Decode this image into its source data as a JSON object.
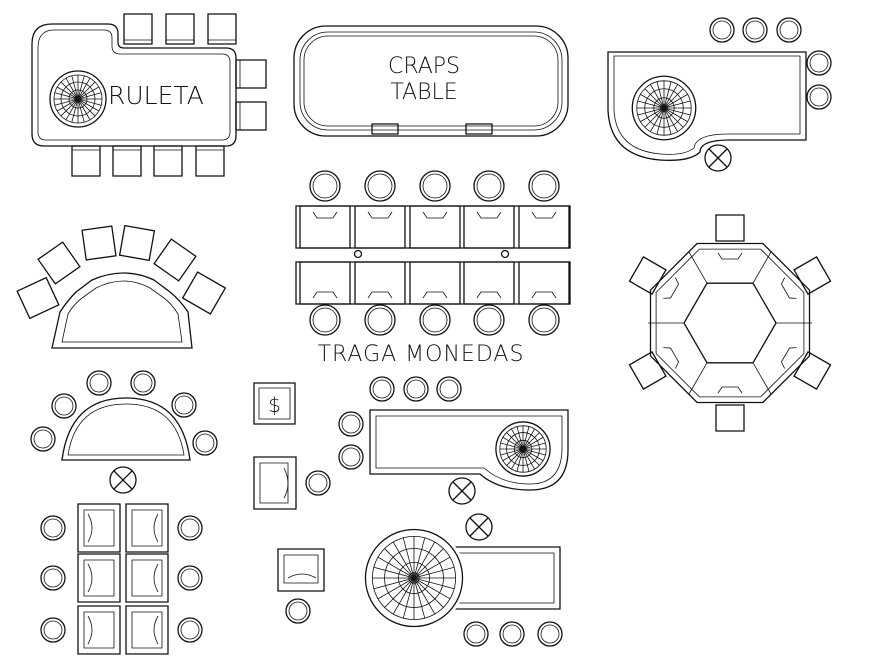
{
  "labels": {
    "roulette": "RULETA",
    "craps_line1": "CRAPS",
    "craps_line2": "TABLE",
    "slots": "TRAGA MONEDAS",
    "cashier": "$"
  },
  "colors": {
    "line": "#111111",
    "background": "#ffffff"
  },
  "icons": [
    "roulette-wheel-icon",
    "chair-icon",
    "stool-icon",
    "x-circle-icon",
    "dollar-sign-icon"
  ]
}
